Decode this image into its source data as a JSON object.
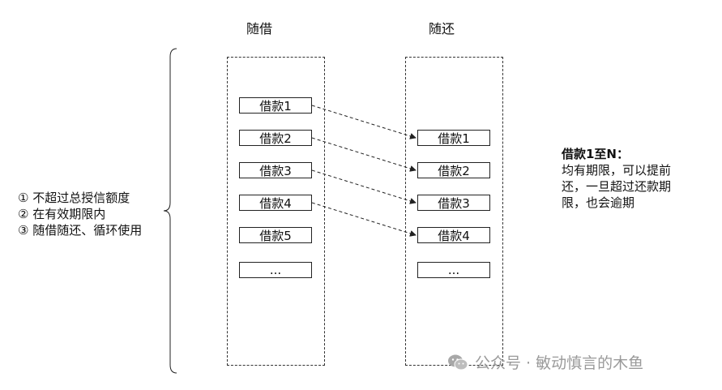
{
  "columns": {
    "borrow": {
      "title": "随借",
      "items": [
        "借款1",
        "借款2",
        "借款3",
        "借款4",
        "借款5",
        "..."
      ]
    },
    "repay": {
      "title": "随还",
      "items": [
        "借款1",
        "借款2",
        "借款3",
        "借款4",
        "..."
      ]
    }
  },
  "conditions": [
    "① 不超过总授信额度",
    "② 在有效期限内",
    "③ 随借随还、循环使用"
  ],
  "note": {
    "title": "借款1至N：",
    "lines": [
      "均有期限，可以提前",
      "还，一旦超过还款期",
      "限，也会逾期"
    ]
  },
  "watermark": {
    "icon": "wechat-icon",
    "text": "公众号 · 敏动慎言的木鱼"
  },
  "colors": {
    "line": "#222222",
    "watermark": "#9a9a9a"
  }
}
